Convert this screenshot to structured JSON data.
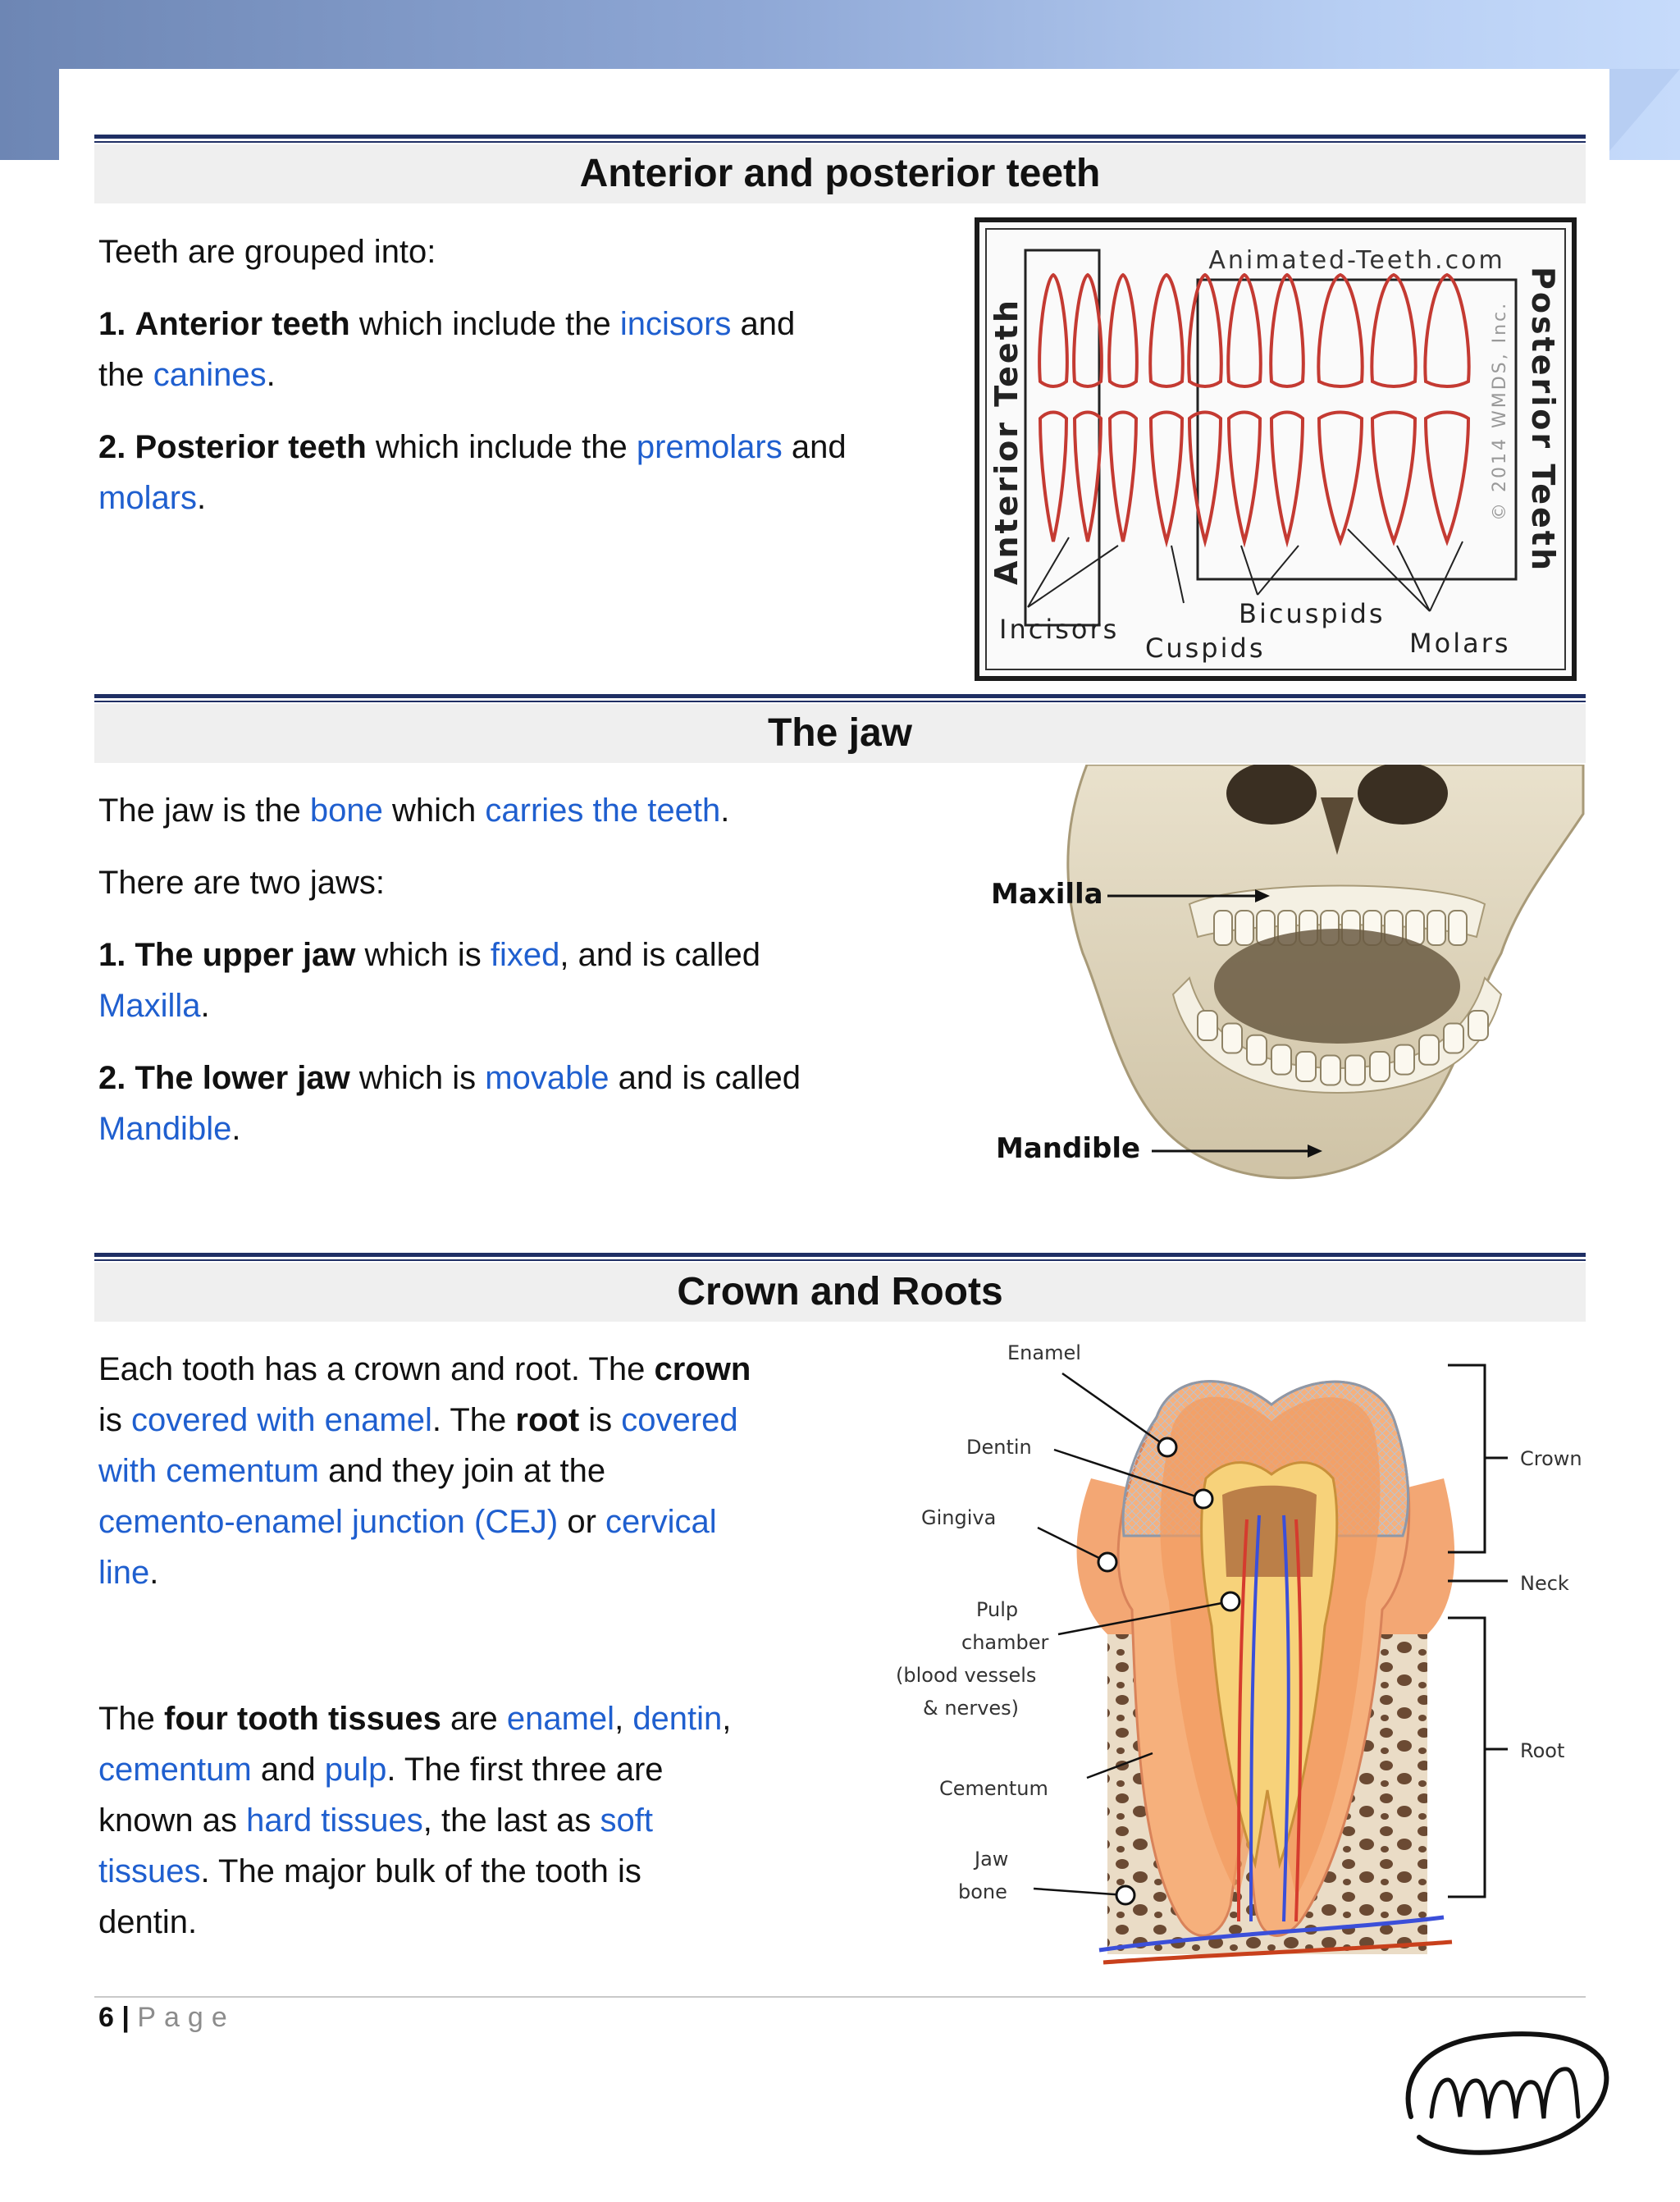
{
  "sections": {
    "s1": {
      "title": "Anterior and posterior teeth",
      "intro": "Teeth are grouped into:",
      "item1": {
        "num": "1.",
        "bold": "Anterior teeth",
        "t1": " which include the ",
        "b1": "incisors",
        "t2": " and",
        "t3": "the ",
        "b2": "canines",
        "t4": "."
      },
      "item2": {
        "num": "2.",
        "bold": "Posterior teeth",
        "t1": " which include the ",
        "b1": "premolars",
        "t2": " and",
        "b2": "molars",
        "t3": "."
      },
      "figure": {
        "site": "Animated-Teeth.com",
        "copyright": "© 2014 WMDS, Inc.",
        "left_label": "Anterior Teeth",
        "right_label": "Posterior Teeth",
        "incisors": "Incisors",
        "cuspids": "Cuspids",
        "bicuspids": "Bicuspids",
        "molars": "Molars"
      }
    },
    "s2": {
      "title": "The jaw",
      "line1": {
        "t1": "The jaw is the ",
        "b1": "bone",
        "t2": " which ",
        "b2": "carries the teeth",
        "t3": "."
      },
      "line2": "There are two jaws:",
      "item1": {
        "num": "1.",
        "bold": "The upper jaw",
        "t1": " which is ",
        "b1": "fixed",
        "t2": ", and is called",
        "b2": "Maxilla",
        "t3": "."
      },
      "item2": {
        "num": "2.",
        "bold": "The lower jaw",
        "t1": " which is ",
        "b1": "movable",
        "t2": " and is called",
        "b2": "Mandible",
        "t3": "."
      },
      "figure": {
        "maxilla": "Maxilla",
        "mandible": "Mandible"
      }
    },
    "s3": {
      "title": "Crown and Roots",
      "para1": {
        "t1": "Each tooth has a crown and root. The ",
        "bold1": "crown",
        "t2": "is ",
        "b1": "covered with enamel",
        "t3": ". The ",
        "bold2": "root",
        "t4": " is ",
        "b2": "covered",
        "b3": "with cementum",
        "t5": " and they join at the",
        "b4": "cemento-enamel junction (CEJ)",
        "t6": " or ",
        "b5": "cervical",
        "b6": "line",
        "t7": "."
      },
      "para2": {
        "t1": "The ",
        "bold1": "four tooth tissues",
        "t2": " are ",
        "b1": "enamel",
        "t3": ", ",
        "b2": "dentin",
        "t4": ",",
        "b3": "cementum",
        "t5": " and ",
        "b4": "pulp",
        "t6": ". The first three are",
        "t7": "known as ",
        "b5": "hard tissues",
        "t8": ", the last as ",
        "b6": "soft",
        "b7": "tissues",
        "t9": ". The major bulk of the tooth is",
        "t10": "dentin."
      },
      "figure": {
        "enamel": "Enamel",
        "dentin": "Dentin",
        "gingiva": "Gingiva",
        "pulp1": "Pulp",
        "pulp2": "chamber",
        "pulp3": "(blood vessels",
        "pulp4": "& nerves)",
        "cementum": "Cementum",
        "jaw1": "Jaw",
        "jaw2": "bone",
        "crown": "Crown",
        "neck": "Neck",
        "root": "Root"
      }
    }
  },
  "footer": {
    "page_num": "6",
    "sep": " | ",
    "page_word": "Page"
  },
  "signature": "mmh",
  "colors": {
    "accent_blue": "#1f5fcf",
    "rule": "#1f2f64",
    "head_bg": "#efefef"
  }
}
